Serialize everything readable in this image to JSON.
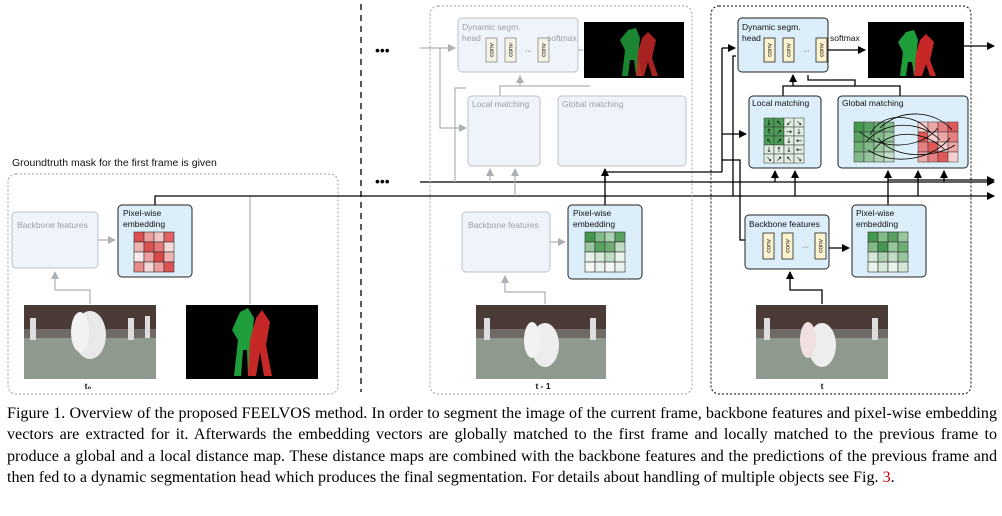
{
  "figure": {
    "groundtruth_note": "Groundtruth mask for the first frame is given",
    "panels": [
      {
        "key": "t0",
        "time_label": "t₀",
        "backbone_label": "Backbone features",
        "embedding_label": [
          "Pixel-wise",
          "embedding"
        ]
      },
      {
        "key": "t1",
        "time_label": "t - 1",
        "backbone_label": "Backbone features",
        "embedding_label": [
          "Pixel-wise",
          "embedding"
        ],
        "dyn_head_label": [
          "Dynamic segm.",
          "head"
        ],
        "softmax_label": "softmax",
        "local_matching_label": "Local matching",
        "global_matching_label": "Global matching"
      },
      {
        "key": "t",
        "time_label": "t",
        "backbone_label": "Backbone features",
        "embedding_label": [
          "Pixel-wise",
          "embedding"
        ],
        "dyn_head_label": [
          "Dynamic segm.",
          "head"
        ],
        "softmax_label": "softmax",
        "local_matching_label": "Local matching",
        "global_matching_label": "Global matching"
      }
    ],
    "conv_label": "conv",
    "dots": "•••",
    "colors": {
      "active_box_fill": "#dceef9",
      "faded_box_fill": "#eef4f9",
      "embedding_green": "#2e8b3a",
      "embedding_red": "#d93c3c",
      "mask_green": "#1e9e3a",
      "mask_red": "#c62828",
      "conv_fill": "#fdf3cf"
    }
  },
  "caption": {
    "prefix": "Figure 1. Overview of the proposed FEELVOS method. In order to segment the image of the current frame, backbone features and pixel-wise embedding vectors are extracted for it. Afterwards the embedding vectors are globally matched to the first frame and locally matched to the previous frame to produce a global and a local distance map. These distance maps are combined with the backbone features and the predictions of the previous frame and then fed to a dynamic segmentation head which produces the final segmentation. For details about handling of multiple objects see Fig.",
    "figref": "3",
    "suffix": "."
  }
}
